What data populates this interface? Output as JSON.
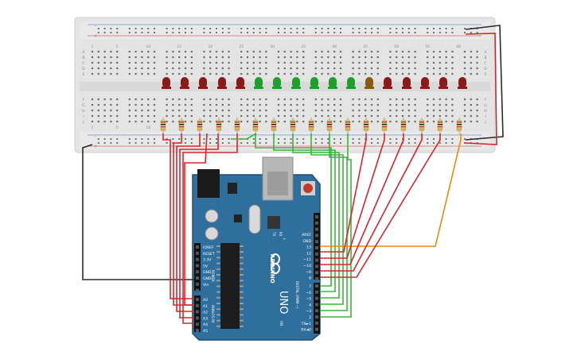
{
  "breadboard": {
    "column_numbers_top": [
      "1",
      "5",
      "10",
      "15",
      "20",
      "25",
      "30",
      "35",
      "40",
      "45",
      "50",
      "55",
      "60"
    ],
    "column_numbers_bottom": [
      "1",
      "5",
      "10"
    ],
    "row_letters_top": [
      "A",
      "B",
      "C",
      "D",
      "E"
    ],
    "row_letters_bottom": [
      "F",
      "G",
      "H",
      "I",
      "J"
    ],
    "rail_signs": [
      "-",
      "+"
    ]
  },
  "leds": {
    "colors": [
      "red",
      "red",
      "red",
      "red",
      "red",
      "green",
      "green",
      "green",
      "green",
      "green",
      "green",
      "orange",
      "red",
      "red",
      "red",
      "red",
      "red"
    ],
    "hex": {
      "red": "#8b1a1a",
      "green": "#1e9e2a",
      "orange": "#8a5a14"
    }
  },
  "wire_colors": {
    "red": "#d7262b",
    "green": "#3ab53a",
    "orange": "#e88a12",
    "black": "#2b2b2b"
  },
  "arduino": {
    "board_name": "UNO",
    "brand": "ARDUINO",
    "tx_label": "TX",
    "rx_label": "RX",
    "l_label": "L",
    "on_label": "ON",
    "power_header_title": "POWER",
    "power_pins": [
      "IOREF",
      "RESET",
      "3.3V",
      "5V",
      "GND",
      "GND",
      "Vin"
    ],
    "analog_header_title": "ANALOG IN",
    "analog_pins": [
      "A0",
      "A1",
      "A2",
      "A3",
      "A4",
      "A5"
    ],
    "digital_header_title": "DIGITAL (PWM ~)",
    "digital_pins_top": [
      "AREF",
      "GND",
      "13",
      "12",
      "~11",
      "~10",
      "~9",
      "8"
    ],
    "digital_pins_bottom": [
      "7",
      "~6",
      "~5",
      "4",
      "~3",
      "2",
      "TX►1",
      "RX◄0"
    ]
  }
}
